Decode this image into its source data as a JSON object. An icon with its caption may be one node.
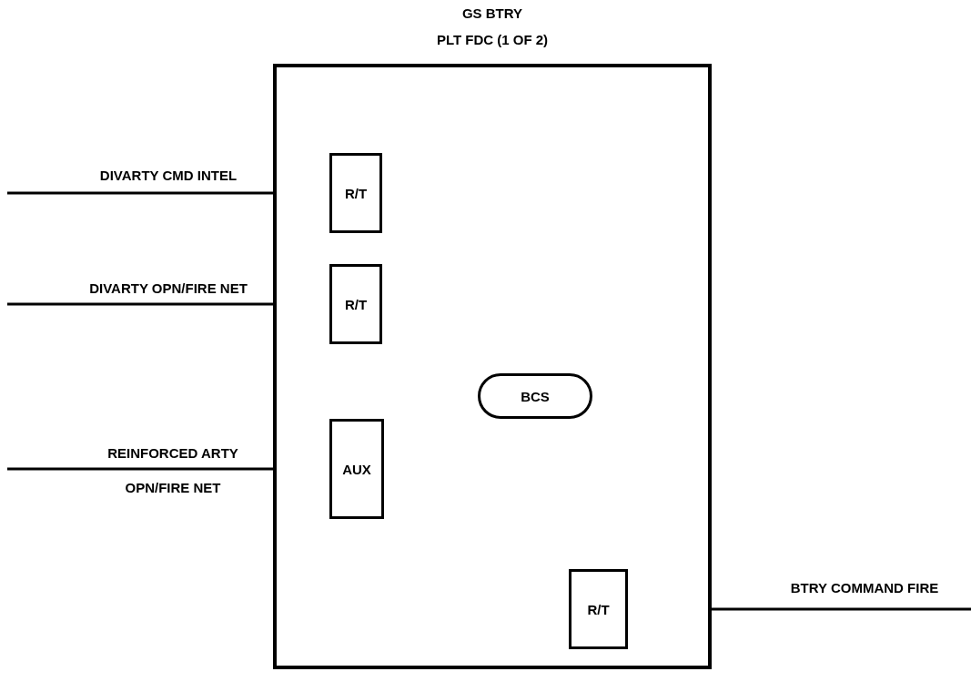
{
  "diagram": {
    "nodes": [
      {
        "text": [
          "GS BTRY",
          "PLT FDC (1 OF 2)"
        ]
      },
      {
        "text": [
          "R/T"
        ],
        "in": 0
      },
      {
        "text": [
          "R/T"
        ],
        "in": 0
      },
      {
        "text": [
          "BCS"
        ],
        "in": 0
      },
      {
        "text": [
          "AUX"
        ],
        "in": 0
      },
      {
        "text": [
          "R/T"
        ],
        "in": 0
      }
    ],
    "edges": [
      {
        "from": null,
        "to": 1,
        "arrow": "none",
        "label": "DIVARTY CMD INTEL"
      },
      {
        "from": null,
        "to": 2,
        "arrow": "none",
        "label": "DIVARTY OPN/FIRE NET"
      },
      {
        "from": null,
        "to": 4,
        "arrow": "none",
        "label": "REINFORCED ARTY OPN/FIRE NET"
      },
      {
        "from": 5,
        "to": null,
        "arrow": "none",
        "label": "BTRY COMMAND FIRE"
      }
    ]
  }
}
